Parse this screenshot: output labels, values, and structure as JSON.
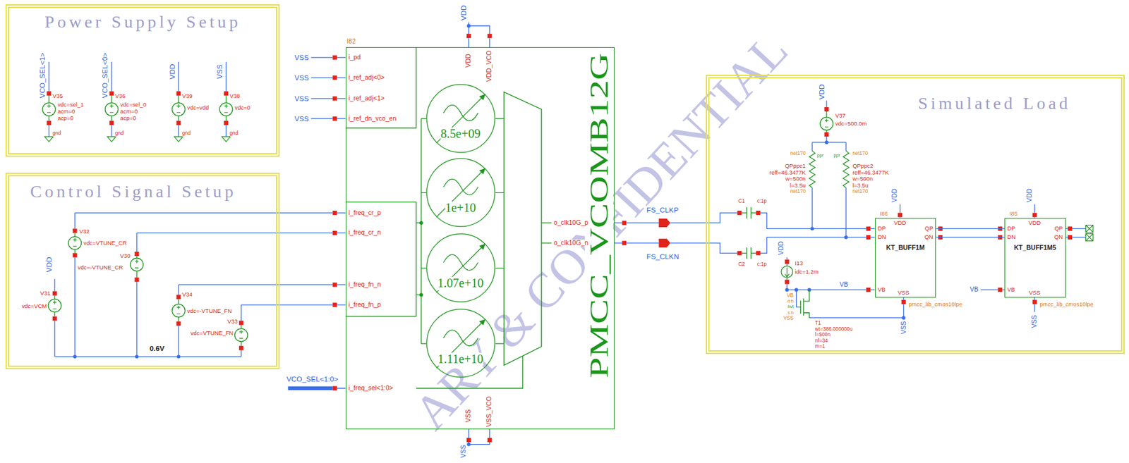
{
  "diagram": {
    "nodes": [
      {
        "text": [
          "Power Supply Setup"
        ]
      },
      {
        "text": [
          "Control Signal Setup"
        ]
      },
      {
        "text": [
          "I82",
          "PMCC_VCOMB12G"
        ]
      },
      {
        "text": [
          "8.5e+09"
        ],
        "in": 2
      },
      {
        "text": [
          "1e+10"
        ],
        "in": 2
      },
      {
        "text": [
          "1.07e+10"
        ],
        "in": 2
      },
      {
        "text": [
          "1.11e+10"
        ],
        "in": 2
      },
      {
        "text": [
          "Simulated Load"
        ]
      },
      {
        "text": [
          "I86",
          "KT_BUFF1M",
          "pmcc_lib_cmos10lpe"
        ],
        "in": 7
      },
      {
        "text": [
          "I85",
          "KT_BUFF1M5",
          "pmcc_lib_cmos10lpe"
        ],
        "in": 7
      }
    ],
    "edges": [
      {
        "from": 8,
        "to": 9,
        "arrow": "none"
      },
      {
        "from": 8,
        "to": 9,
        "arrow": "none"
      }
    ],
    "labels": [
      "VCO_SEL<1>",
      "V35",
      "vdc=sel_1",
      "acm=0",
      "acp=0",
      "gnd",
      "VCO_SEL<0>",
      "V36",
      "vdc=sel_0",
      "acm=0",
      "acp=0",
      "gnd",
      "VDD",
      "V39",
      "vdc=vdd",
      "gnd",
      "VSS",
      "V38",
      "vdc=0",
      "gnd",
      "V32",
      "vdc=VTUNE_CR",
      "V30",
      "vdc=-VTUNE_CR",
      "VDD",
      "V31",
      "vdc=VCM",
      "V34",
      "vdc=-VTUNE_FN",
      "V33",
      "vdc=VTUNE_FN",
      "0.6V",
      "VSS",
      "i_pd",
      "VSS",
      "i_ref_adj<0>",
      "VSS",
      "i_ref_adj<1>",
      "VSS",
      "i_ref_dn_vco_en",
      "i_freq_cr_p",
      "i_freq_cr_n",
      "i_freq_fn_n",
      "i_freq_fn_p",
      "VCO_SEL<1:0>",
      "i_freq_sel<1:0>",
      "VDD",
      "VDD",
      "VDD_VCO",
      "VSS",
      "VSS_VCO",
      "VSS",
      "o_clk10G_p",
      "o_clk10G_n",
      "FS_CLKP",
      "FS_CLKN",
      "VDD",
      "V37",
      "vdc=500.0m",
      "net170",
      "ppr",
      "ppr",
      "net170",
      "QPppc1",
      "reff=46.3477K",
      "w=500n",
      "l=3.5u",
      "QPppc2",
      "reff=46.3477K",
      "w=500n",
      "l=3.5u",
      "net170",
      "net170",
      "C1",
      "c:1p",
      "C2",
      "c:1p",
      "VDD",
      "I13",
      "idc=1.2m",
      "VB",
      "d:b",
      "hvt",
      "s:b",
      "VSS",
      "VB",
      "T1",
      "wt=386.000000u",
      "l=500n",
      "nf=34",
      "m=1",
      "VDD",
      "DP",
      "DN",
      "QP",
      "QN",
      "VB",
      "VSS",
      "VDD",
      "VSS",
      "VDD",
      "DP",
      "DN",
      "QP",
      "QN",
      "VB",
      "VSS",
      "VDD",
      "VB",
      "VSS",
      "ARY & CONFIDENTIAL"
    ]
  }
}
